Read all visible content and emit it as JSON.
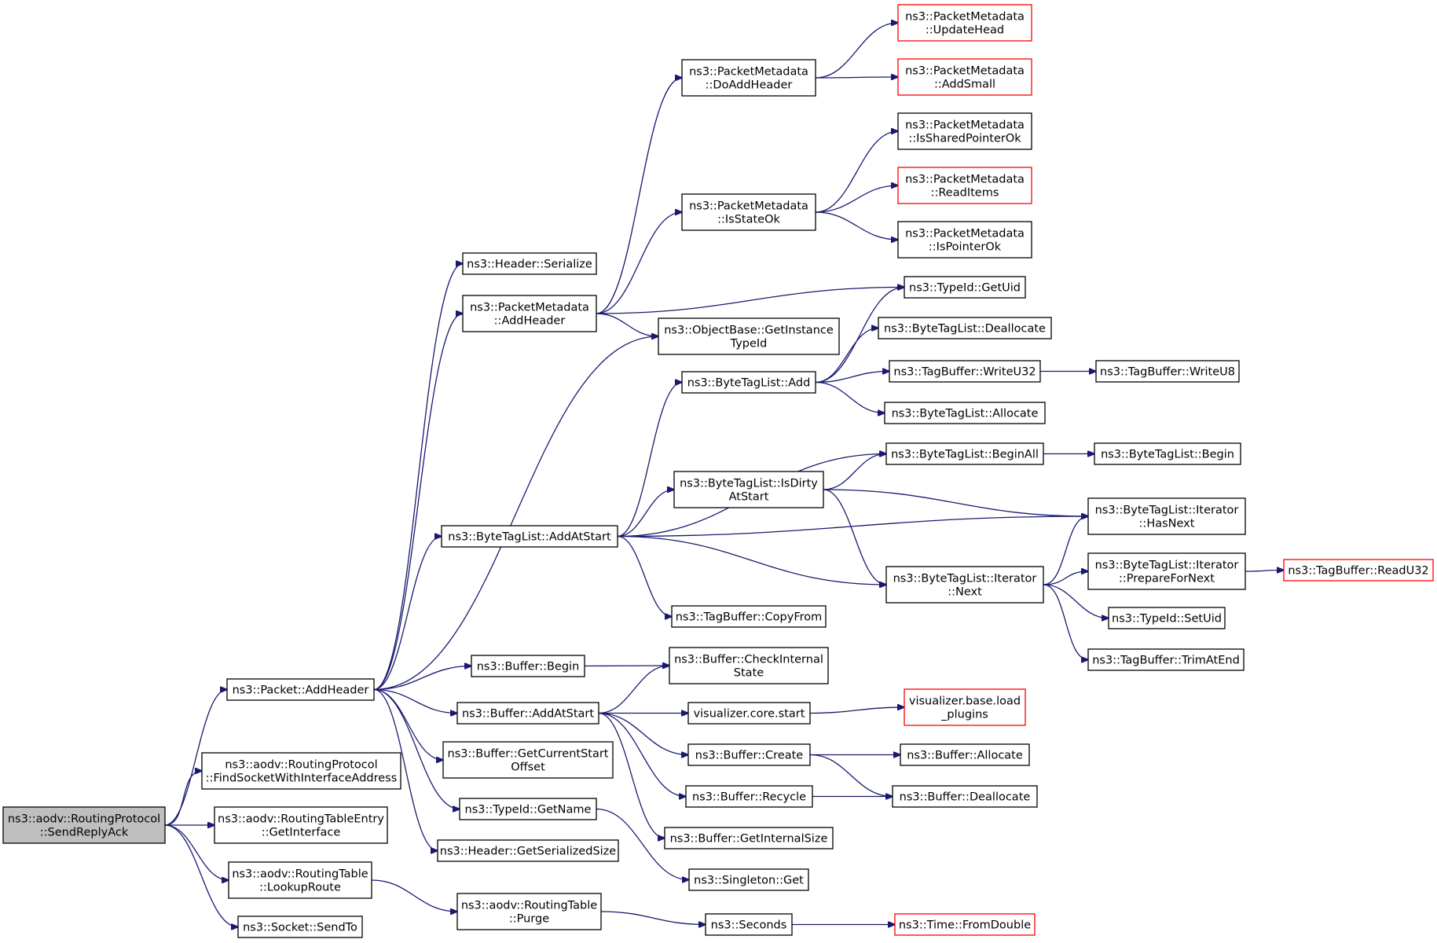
{
  "colors": {
    "edge": "#191970",
    "node_border": "#000000",
    "external_border": "#ff0000",
    "root_fill": "#bfbfbf"
  },
  "nodes": [
    {
      "id": "root",
      "lines": [
        "ns3::aodv::RoutingProtocol",
        "::SendReplyAck"
      ],
      "kind": "root"
    },
    {
      "id": "addHeader",
      "lines": [
        "ns3::Packet::AddHeader"
      ],
      "kind": "normal"
    },
    {
      "id": "findSocket",
      "lines": [
        "ns3::aodv::RoutingProtocol",
        "::FindSocketWithInterfaceAddress"
      ],
      "kind": "normal"
    },
    {
      "id": "getInterface",
      "lines": [
        "ns3::aodv::RoutingTableEntry",
        "::GetInterface"
      ],
      "kind": "normal"
    },
    {
      "id": "lookupRoute",
      "lines": [
        "ns3::aodv::RoutingTable",
        "::LookupRoute"
      ],
      "kind": "normal"
    },
    {
      "id": "sendTo",
      "lines": [
        "ns3::Socket::SendTo"
      ],
      "kind": "normal"
    },
    {
      "id": "headerSerialize",
      "lines": [
        "ns3::Header::Serialize"
      ],
      "kind": "normal"
    },
    {
      "id": "pmAddHeader",
      "lines": [
        "ns3::PacketMetadata",
        "::AddHeader"
      ],
      "kind": "normal"
    },
    {
      "id": "btlAddAtStart",
      "lines": [
        "ns3::ByteTagList::AddAtStart"
      ],
      "kind": "normal"
    },
    {
      "id": "bufferBegin",
      "lines": [
        "ns3::Buffer::Begin"
      ],
      "kind": "normal"
    },
    {
      "id": "bufferAddAtStart",
      "lines": [
        "ns3::Buffer::AddAtStart"
      ],
      "kind": "normal"
    },
    {
      "id": "bufferGetCurrentStart",
      "lines": [
        "ns3::Buffer::GetCurrentStart",
        "Offset"
      ],
      "kind": "normal"
    },
    {
      "id": "typeIdGetName",
      "lines": [
        "ns3::TypeId::GetName"
      ],
      "kind": "normal"
    },
    {
      "id": "headerGetSerializedSize",
      "lines": [
        "ns3::Header::GetSerializedSize"
      ],
      "kind": "normal"
    },
    {
      "id": "rtPurge",
      "lines": [
        "ns3::aodv::RoutingTable",
        "::Purge"
      ],
      "kind": "normal"
    },
    {
      "id": "pmDoAddHeader",
      "lines": [
        "ns3::PacketMetadata",
        "::DoAddHeader"
      ],
      "kind": "normal"
    },
    {
      "id": "pmIsStateOk",
      "lines": [
        "ns3::PacketMetadata",
        "::IsStateOk"
      ],
      "kind": "normal"
    },
    {
      "id": "objGetInstanceTypeId",
      "lines": [
        "ns3::ObjectBase::GetInstance",
        "TypeId"
      ],
      "kind": "normal"
    },
    {
      "id": "btlAdd",
      "lines": [
        "ns3::ByteTagList::Add"
      ],
      "kind": "normal"
    },
    {
      "id": "btlIsDirtyAtStart",
      "lines": [
        "ns3::ByteTagList::IsDirty",
        "AtStart"
      ],
      "kind": "normal"
    },
    {
      "id": "tbCopyFrom",
      "lines": [
        "ns3::TagBuffer::CopyFrom"
      ],
      "kind": "normal"
    },
    {
      "id": "bufferCheckInternalState",
      "lines": [
        "ns3::Buffer::CheckInternal",
        "State"
      ],
      "kind": "normal"
    },
    {
      "id": "vizCoreStart",
      "lines": [
        "visualizer.core.start"
      ],
      "kind": "normal"
    },
    {
      "id": "bufferCreate",
      "lines": [
        "ns3::Buffer::Create"
      ],
      "kind": "normal"
    },
    {
      "id": "bufferRecycle",
      "lines": [
        "ns3::Buffer::Recycle"
      ],
      "kind": "normal"
    },
    {
      "id": "bufferGetInternalSize",
      "lines": [
        "ns3::Buffer::GetInternalSize"
      ],
      "kind": "normal"
    },
    {
      "id": "singletonGet",
      "lines": [
        "ns3::Singleton::Get"
      ],
      "kind": "normal"
    },
    {
      "id": "seconds",
      "lines": [
        "ns3::Seconds"
      ],
      "kind": "normal"
    },
    {
      "id": "pmUpdateHead",
      "lines": [
        "ns3::PacketMetadata",
        "::UpdateHead"
      ],
      "kind": "external"
    },
    {
      "id": "pmAddSmall",
      "lines": [
        "ns3::PacketMetadata",
        "::AddSmall"
      ],
      "kind": "external"
    },
    {
      "id": "pmIsSharedPointerOk",
      "lines": [
        "ns3::PacketMetadata",
        "::IsSharedPointerOk"
      ],
      "kind": "normal"
    },
    {
      "id": "pmReadItems",
      "lines": [
        "ns3::PacketMetadata",
        "::ReadItems"
      ],
      "kind": "external"
    },
    {
      "id": "pmIsPointerOk",
      "lines": [
        "ns3::PacketMetadata",
        "::IsPointerOk"
      ],
      "kind": "normal"
    },
    {
      "id": "typeIdGetUid",
      "lines": [
        "ns3::TypeId::GetUid"
      ],
      "kind": "normal"
    },
    {
      "id": "btlDeallocate",
      "lines": [
        "ns3::ByteTagList::Deallocate"
      ],
      "kind": "normal"
    },
    {
      "id": "tbWriteU32",
      "lines": [
        "ns3::TagBuffer::WriteU32"
      ],
      "kind": "normal"
    },
    {
      "id": "btlAllocate",
      "lines": [
        "ns3::ByteTagList::Allocate"
      ],
      "kind": "normal"
    },
    {
      "id": "btlBeginAll",
      "lines": [
        "ns3::ByteTagList::BeginAll"
      ],
      "kind": "normal"
    },
    {
      "id": "btlIterNext",
      "lines": [
        "ns3::ByteTagList::Iterator",
        "::Next"
      ],
      "kind": "normal"
    },
    {
      "id": "vizBaseLoadPlugins",
      "lines": [
        "visualizer.base.load",
        "_plugins"
      ],
      "kind": "external"
    },
    {
      "id": "bufferAllocate",
      "lines": [
        "ns3::Buffer::Allocate"
      ],
      "kind": "normal"
    },
    {
      "id": "bufferDeallocate",
      "lines": [
        "ns3::Buffer::Deallocate"
      ],
      "kind": "normal"
    },
    {
      "id": "timeFromDouble",
      "lines": [
        "ns3::Time::FromDouble"
      ],
      "kind": "external"
    },
    {
      "id": "tbWriteU8",
      "lines": [
        "ns3::TagBuffer::WriteU8"
      ],
      "kind": "normal"
    },
    {
      "id": "btlBegin",
      "lines": [
        "ns3::ByteTagList::Begin"
      ],
      "kind": "normal"
    },
    {
      "id": "btlIterHasNext",
      "lines": [
        "ns3::ByteTagList::Iterator",
        "::HasNext"
      ],
      "kind": "normal"
    },
    {
      "id": "btlIterPrepareForNext",
      "lines": [
        "ns3::ByteTagList::Iterator",
        "::PrepareForNext"
      ],
      "kind": "normal"
    },
    {
      "id": "typeIdSetUid",
      "lines": [
        "ns3::TypeId::SetUid"
      ],
      "kind": "normal"
    },
    {
      "id": "tbTrimAtEnd",
      "lines": [
        "ns3::TagBuffer::TrimAtEnd"
      ],
      "kind": "normal"
    },
    {
      "id": "tbReadU32",
      "lines": [
        "ns3::TagBuffer::ReadU32"
      ],
      "kind": "external"
    }
  ],
  "edges": [
    [
      "root",
      "addHeader"
    ],
    [
      "root",
      "findSocket"
    ],
    [
      "root",
      "getInterface"
    ],
    [
      "root",
      "lookupRoute"
    ],
    [
      "root",
      "sendTo"
    ],
    [
      "addHeader",
      "headerSerialize"
    ],
    [
      "addHeader",
      "pmAddHeader"
    ],
    [
      "addHeader",
      "objGetInstanceTypeId"
    ],
    [
      "addHeader",
      "btlAddAtStart"
    ],
    [
      "addHeader",
      "bufferBegin"
    ],
    [
      "addHeader",
      "bufferAddAtStart"
    ],
    [
      "addHeader",
      "bufferGetCurrentStart"
    ],
    [
      "addHeader",
      "typeIdGetName"
    ],
    [
      "addHeader",
      "headerGetSerializedSize"
    ],
    [
      "lookupRoute",
      "rtPurge"
    ],
    [
      "pmAddHeader",
      "pmDoAddHeader"
    ],
    [
      "pmAddHeader",
      "pmIsStateOk"
    ],
    [
      "pmAddHeader",
      "typeIdGetUid"
    ],
    [
      "pmAddHeader",
      "objGetInstanceTypeId"
    ],
    [
      "pmDoAddHeader",
      "pmUpdateHead"
    ],
    [
      "pmDoAddHeader",
      "pmAddSmall"
    ],
    [
      "pmIsStateOk",
      "pmIsSharedPointerOk"
    ],
    [
      "pmIsStateOk",
      "pmReadItems"
    ],
    [
      "pmIsStateOk",
      "pmIsPointerOk"
    ],
    [
      "btlAddAtStart",
      "btlAdd"
    ],
    [
      "btlAddAtStart",
      "btlBeginAll"
    ],
    [
      "btlAddAtStart",
      "btlIsDirtyAtStart"
    ],
    [
      "btlAddAtStart",
      "btlIterHasNext"
    ],
    [
      "btlAddAtStart",
      "btlIterNext"
    ],
    [
      "btlAddAtStart",
      "tbCopyFrom"
    ],
    [
      "btlAdd",
      "typeIdGetUid"
    ],
    [
      "btlAdd",
      "btlDeallocate"
    ],
    [
      "btlAdd",
      "tbWriteU32"
    ],
    [
      "btlAdd",
      "btlAllocate"
    ],
    [
      "tbWriteU32",
      "tbWriteU8"
    ],
    [
      "btlIsDirtyAtStart",
      "btlBeginAll"
    ],
    [
      "btlIsDirtyAtStart",
      "btlIterHasNext"
    ],
    [
      "btlIsDirtyAtStart",
      "btlIterNext"
    ],
    [
      "btlBeginAll",
      "btlBegin"
    ],
    [
      "btlIterNext",
      "btlIterHasNext"
    ],
    [
      "btlIterNext",
      "btlIterPrepareForNext"
    ],
    [
      "btlIterNext",
      "typeIdSetUid"
    ],
    [
      "btlIterNext",
      "tbTrimAtEnd"
    ],
    [
      "btlIterPrepareForNext",
      "tbReadU32"
    ],
    [
      "bufferBegin",
      "bufferCheckInternalState"
    ],
    [
      "bufferAddAtStart",
      "bufferCheckInternalState"
    ],
    [
      "bufferAddAtStart",
      "vizCoreStart"
    ],
    [
      "bufferAddAtStart",
      "bufferCreate"
    ],
    [
      "bufferAddAtStart",
      "bufferRecycle"
    ],
    [
      "bufferAddAtStart",
      "bufferGetInternalSize"
    ],
    [
      "vizCoreStart",
      "vizBaseLoadPlugins"
    ],
    [
      "bufferCreate",
      "bufferAllocate"
    ],
    [
      "bufferCreate",
      "bufferDeallocate"
    ],
    [
      "bufferRecycle",
      "bufferDeallocate"
    ],
    [
      "typeIdGetName",
      "singletonGet"
    ],
    [
      "rtPurge",
      "seconds"
    ],
    [
      "seconds",
      "timeFromDouble"
    ]
  ]
}
